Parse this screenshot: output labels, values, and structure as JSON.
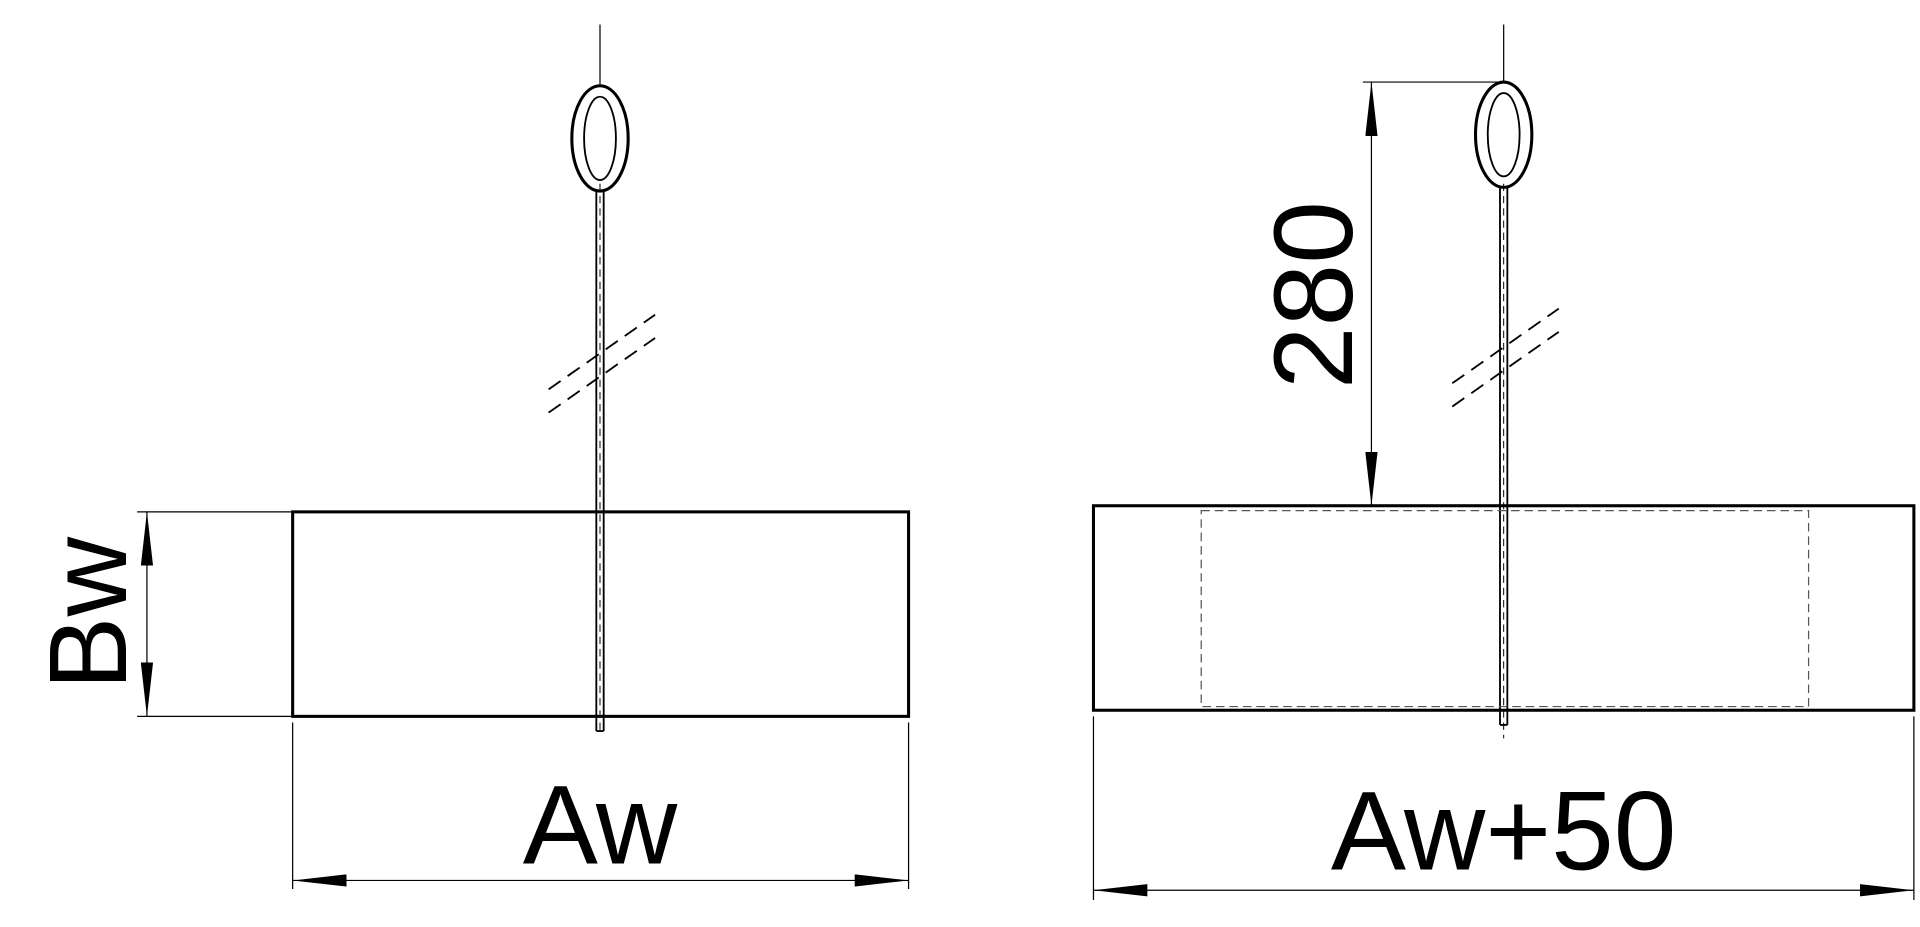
{
  "left_view": {
    "width_label": "Aw",
    "height_label": "Bw"
  },
  "right_view": {
    "width_label": "Aw+50",
    "hanger_length_label": "280"
  },
  "colors": {
    "line": "#000000",
    "dashed": "#555555"
  }
}
